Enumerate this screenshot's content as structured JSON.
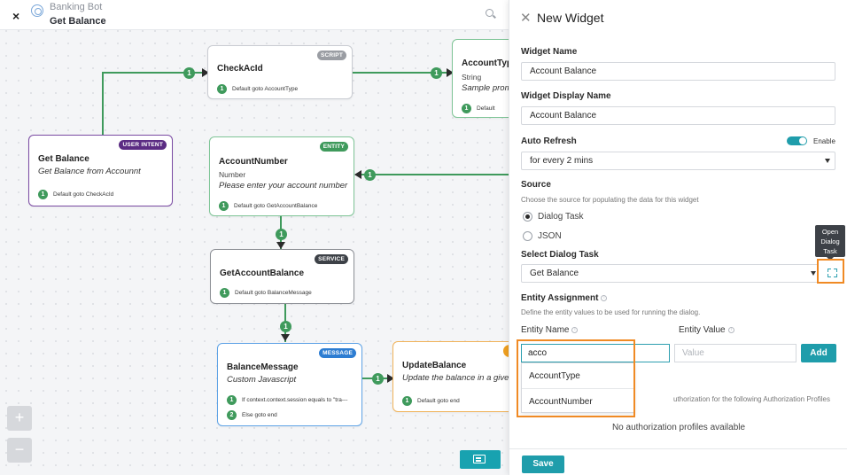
{
  "topbar": {
    "close": "×",
    "bot_name": "Banking Bot",
    "task_name": "Get Balance"
  },
  "nodes": {
    "get_balance": {
      "tag": "USER INTENT",
      "title": "Get Balance",
      "subtitle": "Get Balance from Accounnt",
      "connections": [
        {
          "num": "1",
          "text": "Default goto CheckAcId"
        }
      ]
    },
    "check_acid": {
      "tag": "SCRIPT",
      "title": "CheckAcId",
      "connections": [
        {
          "num": "1",
          "text": "Default goto AccountType"
        }
      ]
    },
    "account_type": {
      "title": "AccountTyp",
      "type": "String",
      "prompt": "Sample prom",
      "connections": [
        {
          "num": "1",
          "text": "Default"
        }
      ]
    },
    "account_number": {
      "tag": "ENTITY",
      "title": "AccountNumber",
      "type": "Number",
      "prompt": "Please enter your account number",
      "connections": [
        {
          "num": "1",
          "text": "Default goto GetAccountBalance"
        }
      ]
    },
    "get_account_balance": {
      "tag": "SERVICE",
      "title": "GetAccountBalance",
      "connections": [
        {
          "num": "1",
          "text": "Default goto BalanceMessage"
        }
      ]
    },
    "balance_message": {
      "tag": "MESSAGE",
      "title": "BalanceMessage",
      "subtitle": "Custom Javascript",
      "connections": [
        {
          "num": "1",
          "text": "If context.context.session equals to \"tra---"
        },
        {
          "num": "2",
          "text": "Else goto end"
        }
      ]
    },
    "update_balance": {
      "title": "UpdateBalance",
      "subtitle": "Update the balance in a given",
      "connections": [
        {
          "num": "1",
          "text": "Default goto end"
        }
      ]
    }
  },
  "edge_badges": [
    "1",
    "1",
    "1",
    "1",
    "1",
    "1"
  ],
  "zoom": {
    "in": "+",
    "out": "−"
  },
  "panel": {
    "close": "✕",
    "title": "New Widget",
    "widget_name_label": "Widget Name",
    "widget_name_value": "Account Balance",
    "display_name_label": "Widget Display Name",
    "display_name_value": "Account Balance",
    "auto_refresh_label": "Auto Refresh",
    "enable_label": "Enable",
    "refresh_value": "for every 2 mins",
    "source_label": "Source",
    "source_hint": "Choose the source for populating the data for this widget",
    "source_options": [
      "Dialog Task",
      "JSON"
    ],
    "select_task_label": "Select Dialog Task",
    "select_task_value": "Get Balance",
    "tooltip_lines": [
      "Open",
      "Dialog",
      "Task"
    ],
    "entity_assignment_label": "Entity Assignment",
    "entity_assignment_hint": "Define the entity values to be used for running the dialog.",
    "entity_name_label": "Entity Name",
    "entity_value_label": "Entity Value",
    "entity_name_input": "acco",
    "entity_value_placeholder": "Value",
    "add_label": "Add",
    "suggestions": [
      "AccountType",
      "AccountNumber"
    ],
    "auth_text": "uthorization for the following Authorization Profiles",
    "no_auth": "No authorization profiles available",
    "save_label": "Save"
  },
  "colors": {
    "accent": "#1f9dab",
    "user_intent": "#5b2c83",
    "entity": "#3f9a5c",
    "message": "#2d7dd2",
    "highlight": "#f08a24"
  }
}
